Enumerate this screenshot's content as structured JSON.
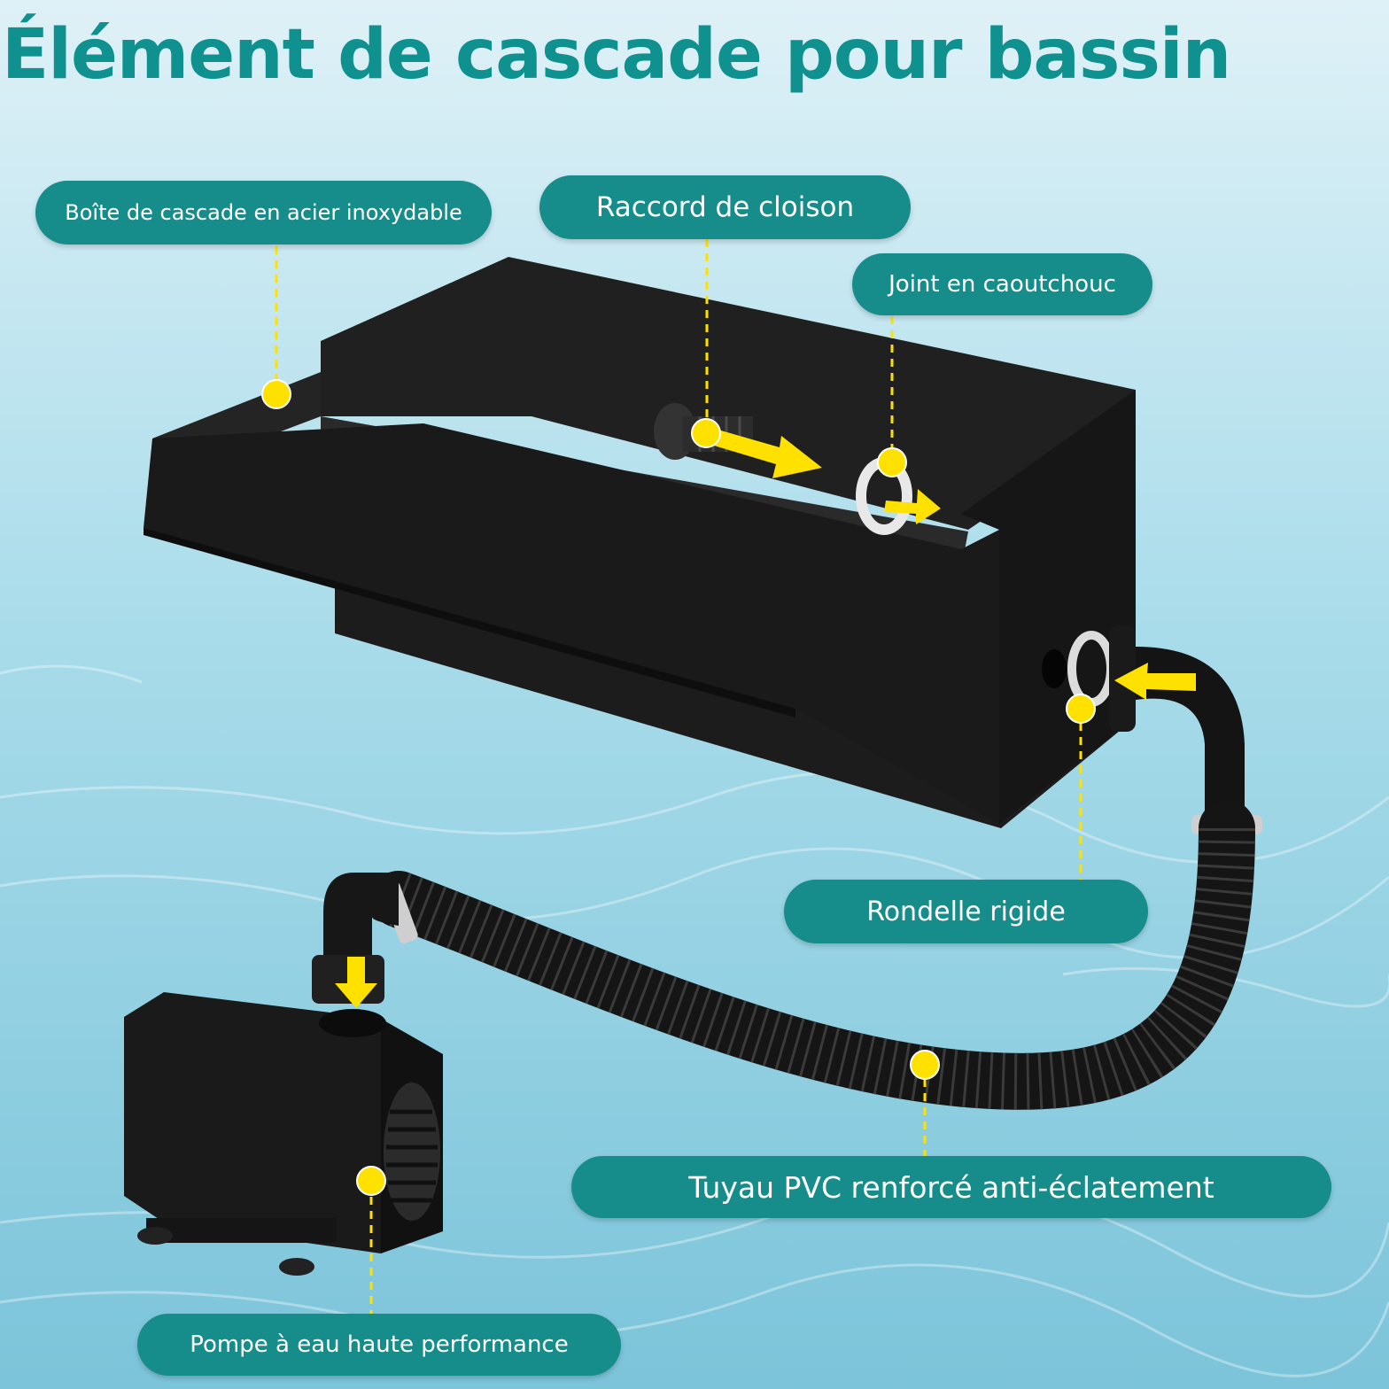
{
  "title": "Élément de cascade pour bassin",
  "labels": {
    "box": "Boîte de cascade en acier inoxydable",
    "bulkhead": "Raccord de cloison",
    "gasket": "Joint en caoutchouc",
    "washer": "Rondelle rigide",
    "hose": "Tuyau PVC renforcé anti-éclatement",
    "pump": "Pompe à eau haute performance"
  },
  "colors": {
    "title": "#0f9190",
    "pill": "#168d8a",
    "pill_text": "#ffffff",
    "marker": "#ffe100",
    "water": "#8fcfe0"
  }
}
